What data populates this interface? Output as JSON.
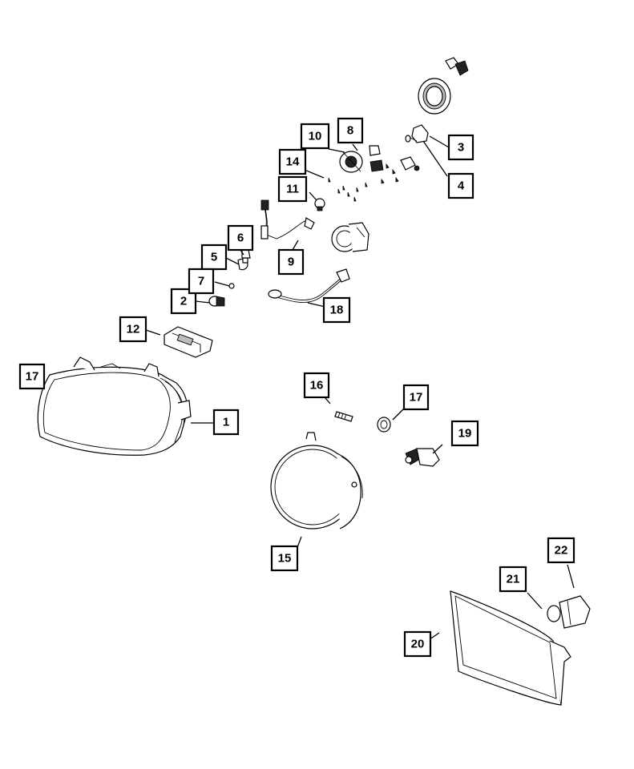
{
  "callouts": [
    {
      "id": "c1",
      "label": "1"
    },
    {
      "id": "c2",
      "label": "2"
    },
    {
      "id": "c3",
      "label": "3"
    },
    {
      "id": "c4",
      "label": "4"
    },
    {
      "id": "c5",
      "label": "5"
    },
    {
      "id": "c6",
      "label": "6"
    },
    {
      "id": "c7",
      "label": "7"
    },
    {
      "id": "c8",
      "label": "8"
    },
    {
      "id": "c9",
      "label": "9"
    },
    {
      "id": "c10",
      "label": "10"
    },
    {
      "id": "c11",
      "label": "11"
    },
    {
      "id": "c12",
      "label": "12"
    },
    {
      "id": "c14",
      "label": "14"
    },
    {
      "id": "c15",
      "label": "15"
    },
    {
      "id": "c16",
      "label": "16"
    },
    {
      "id": "c17a",
      "label": "17"
    },
    {
      "id": "c17b",
      "label": "17"
    },
    {
      "id": "c18",
      "label": "18"
    },
    {
      "id": "c19",
      "label": "19"
    },
    {
      "id": "c20",
      "label": "20"
    },
    {
      "id": "c21",
      "label": "21"
    },
    {
      "id": "c22",
      "label": "22"
    }
  ]
}
